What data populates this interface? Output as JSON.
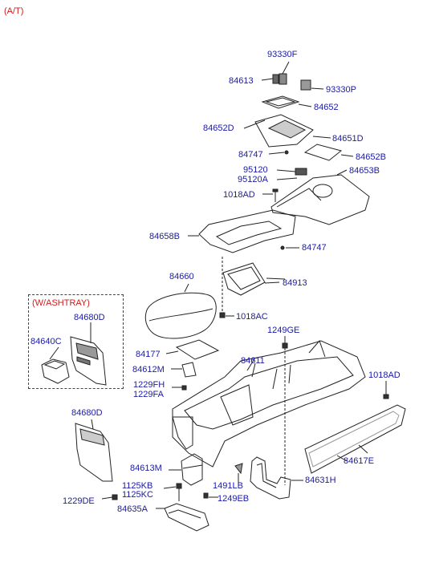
{
  "header": {
    "label": "(A/T)"
  },
  "ashtray_box": {
    "title": "(W/ASHTRAY)"
  },
  "labels": {
    "p93330f": "93330F",
    "p84613": "84613",
    "p93330p": "93330P",
    "p84652": "84652",
    "p84652d": "84652D",
    "p84651d": "84651D",
    "p84747a": "84747",
    "p84652b": "84652B",
    "p95120": "95120",
    "p95120a": "95120A",
    "p84653b": "84653B",
    "p1018ad_top": "1018AD",
    "p84658b": "84658B",
    "p84747b": "84747",
    "p84660": "84660",
    "p84913": "84913",
    "p1018ac": "1018AC",
    "p84680d_box": "84680D",
    "p84640c": "84640C",
    "p1249ge": "1249GE",
    "p84177": "84177",
    "p84611": "84611",
    "p84612m": "84612M",
    "p1018ad_right": "1018AD",
    "p1229fh": "1229FH",
    "p1229fa": "1229FA",
    "p84680d": "84680D",
    "p84617e": "84617E",
    "p84613m": "84613M",
    "p1491lb": "1491LB",
    "p84631h": "84631H",
    "p1125kb": "1125KB",
    "p1125kc": "1125KC",
    "p1229de": "1229DE",
    "p1249eb": "1249EB",
    "p84635a": "84635A"
  },
  "colors": {
    "label": "#1a1aa6",
    "accent": "#d21a1a",
    "line": "#222222"
  }
}
